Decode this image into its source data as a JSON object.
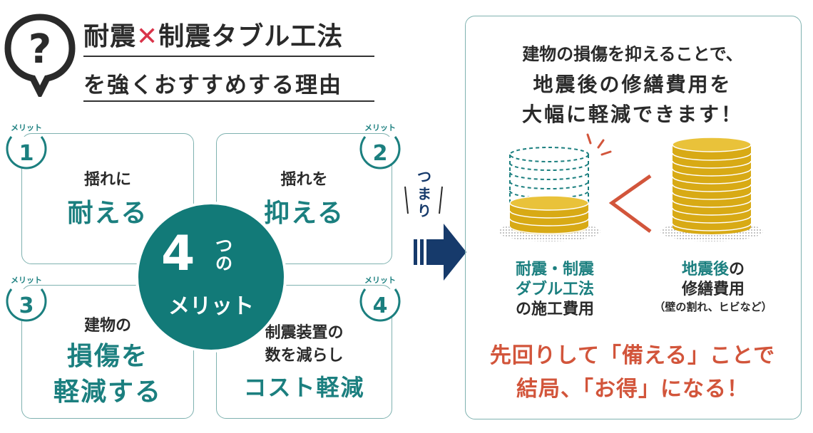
{
  "header": {
    "title_part1": "耐震",
    "title_x": "✕",
    "title_part2": "制震タブル工法",
    "title_line2": "を強くおすすめする理由"
  },
  "merit_label": "メリット",
  "merits": [
    {
      "number": "1",
      "line1": "揺れに",
      "line2": "耐える"
    },
    {
      "number": "2",
      "line1": "揺れを",
      "line2": "抑える"
    },
    {
      "number": "3",
      "line1": "建物の",
      "line2": "損傷を",
      "line3": "軽減する"
    },
    {
      "number": "4",
      "line1": "制震装置の",
      "line2": "数を減らし",
      "line3": "コスト軽減"
    }
  ],
  "center": {
    "num": "4",
    "tsu": "つ",
    "no": "の",
    "label": "メリット"
  },
  "tsumari": "つまり",
  "right": {
    "line1": "建物の損傷を抑えることで、",
    "line2": "地震後の修繕費用を",
    "line3": "大幅に軽減できます！",
    "left_label1": "耐震・制震",
    "left_label2": "ダブル工法",
    "left_label3": "の施工費用",
    "right_label1_a": "地震後",
    "right_label1_b": "の",
    "right_label2": "修繕費用",
    "right_label3": "（壁の割れ、ヒビなど）",
    "bottom1": "先回りして「備える」ことで",
    "bottom2": "結局、「お得」になる！"
  },
  "colors": {
    "teal": "#1b7f7f",
    "navy": "#163a6b",
    "red": "#d2553b",
    "gold": "#d8aa15"
  }
}
